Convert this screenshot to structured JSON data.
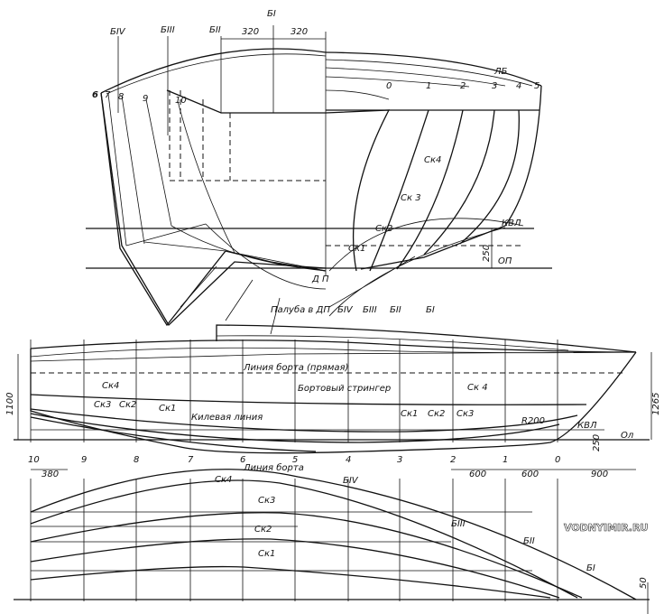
{
  "body_plan": {
    "buttock_labels": [
      "БIV",
      "БIII",
      "БII",
      "БI"
    ],
    "dim_left": "320",
    "dim_right": "320",
    "deck_label": "ЛБ",
    "stations_bow": [
      "0",
      "1",
      "2",
      "3",
      "4",
      "5"
    ],
    "stations_stern": [
      "6",
      "7",
      "8",
      "9",
      "10"
    ],
    "chines": [
      "Ск4",
      "Ск 3",
      "Ск2",
      "Ск1"
    ],
    "kvl": "КВЛ",
    "op": "ОП",
    "dim_250": "250",
    "centerline": "Д П"
  },
  "profile": {
    "top_labels": [
      "Палуба в ДП",
      "БIV",
      "БIII",
      "БII",
      "БI"
    ],
    "sheer_label": "Линия борта (прямая)",
    "stringer_label": "Бортовый стрингер",
    "keel_label": "Килевая линия",
    "chines_aft": [
      "Ск4",
      "Ск3",
      "Ск2",
      "Ск1"
    ],
    "chines_fwd": [
      "Ск1",
      "Ск2",
      "Ск3",
      "Ск 4"
    ],
    "radius": "R200",
    "kvl": "КВЛ",
    "ol": "Ол",
    "dim_1100": "1100",
    "dim_1265": "1265",
    "dim_250": "250",
    "stations": [
      "10",
      "9",
      "8",
      "7",
      "6",
      "5",
      "4",
      "3",
      "2",
      "1",
      "0"
    ],
    "dims_bottom": [
      "380",
      "600",
      "600",
      "900"
    ]
  },
  "plan": {
    "sheer_label": "Линия борта",
    "labels": [
      "Ск4",
      "Ск3",
      "Ск2",
      "Ск1",
      "БIV",
      "БIII",
      "БII",
      "БI"
    ],
    "dim_50": "50"
  },
  "watermark": "VODNYIMIR.RU"
}
